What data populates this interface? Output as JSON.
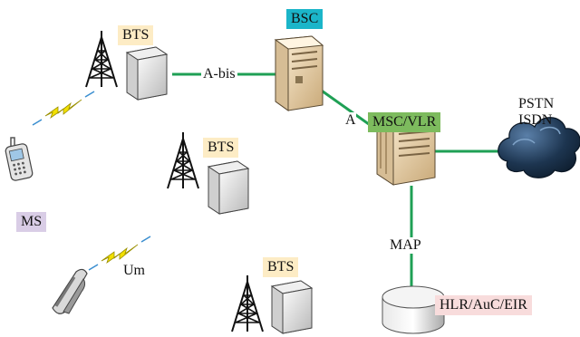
{
  "labels": {
    "bts_top": "BTS",
    "bsc": "BSC",
    "msc_vlr": "MSC/VLR",
    "bts_mid": "BTS",
    "ms": "MS",
    "bts_bottom": "BTS",
    "hlr": "HLR/AuC/EIR",
    "pstn": "PSTN",
    "isdn": "ISDN"
  },
  "links": {
    "abis": "A-bis",
    "a": "A",
    "map": "MAP",
    "um": "Um"
  },
  "colors": {
    "link": "#1fa055",
    "bts_label_bg": "#fdecc5",
    "bsc_label_bg": "#1bb5c9",
    "msc_label_bg": "#7dbb5e",
    "ms_label_bg": "#d9cde6",
    "hlr_label_bg": "#f8dcdc",
    "cloud": "#1d3550",
    "bolt": "#f2e000"
  }
}
